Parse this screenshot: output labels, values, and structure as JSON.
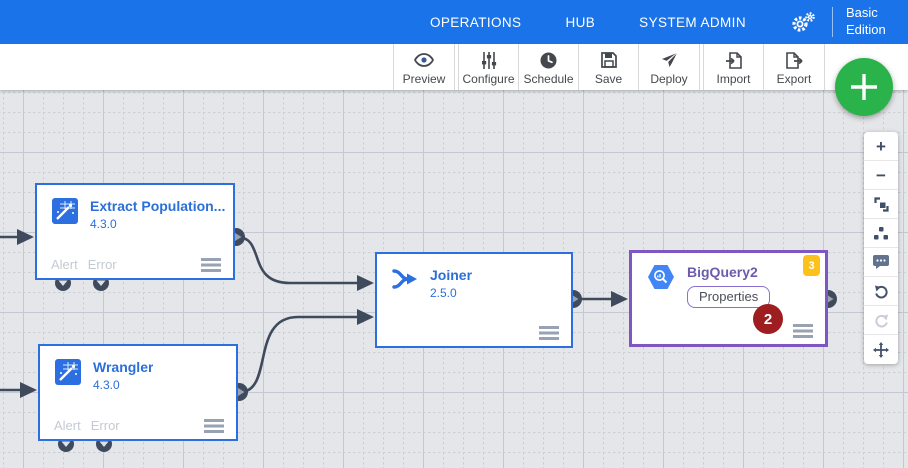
{
  "header": {
    "nav": [
      {
        "label": "OPERATIONS"
      },
      {
        "label": "HUB"
      },
      {
        "label": "SYSTEM ADMIN"
      }
    ],
    "settings_icon": "double-gear-icon",
    "edition_label": "Basic Edition"
  },
  "toolbar": {
    "buttons": [
      {
        "id": "preview",
        "label": "Preview",
        "icon": "eye-icon"
      },
      {
        "id": "configure",
        "label": "Configure",
        "icon": "sliders-icon"
      },
      {
        "id": "schedule",
        "label": "Schedule",
        "icon": "clock-icon"
      },
      {
        "id": "save",
        "label": "Save",
        "icon": "floppy-icon"
      },
      {
        "id": "deploy",
        "label": "Deploy",
        "icon": "paper-plane-icon"
      },
      {
        "id": "import",
        "label": "Import",
        "icon": "import-doc-icon"
      },
      {
        "id": "export",
        "label": "Export",
        "icon": "export-doc-icon"
      }
    ],
    "add_button_icon": "plus-icon"
  },
  "canvas": {
    "nodes": {
      "extract": {
        "title": "Extract Population...",
        "version": "4.3.0",
        "alert_label": "Alert",
        "error_label": "Error",
        "icon": "wrangler-icon"
      },
      "wrangler": {
        "title": "Wrangler",
        "version": "4.3.0",
        "alert_label": "Alert",
        "error_label": "Error",
        "icon": "wrangler-icon"
      },
      "joiner": {
        "title": "Joiner",
        "version": "2.5.0",
        "icon": "joiner-merge-icon"
      },
      "bigquery": {
        "title": "BigQuery2",
        "properties_label": "Properties",
        "error_badge": "2",
        "node_badge": "3",
        "icon": "bigquery-hexagon-icon"
      }
    },
    "zoom_toolbar_icons": [
      "zoom-in",
      "zoom-out",
      "fit-to-screen",
      "auto-align",
      "comment",
      "undo",
      "redo",
      "move"
    ]
  },
  "colors": {
    "header_bg": "#1a73e8",
    "node_border": "#2b6fe0",
    "selected_node_border": "#7e57c2",
    "edge": "#3f4a5c",
    "fab_green": "#29b34a",
    "warning_badge": "#fcc21b",
    "error_badge": "#9d1d20"
  }
}
